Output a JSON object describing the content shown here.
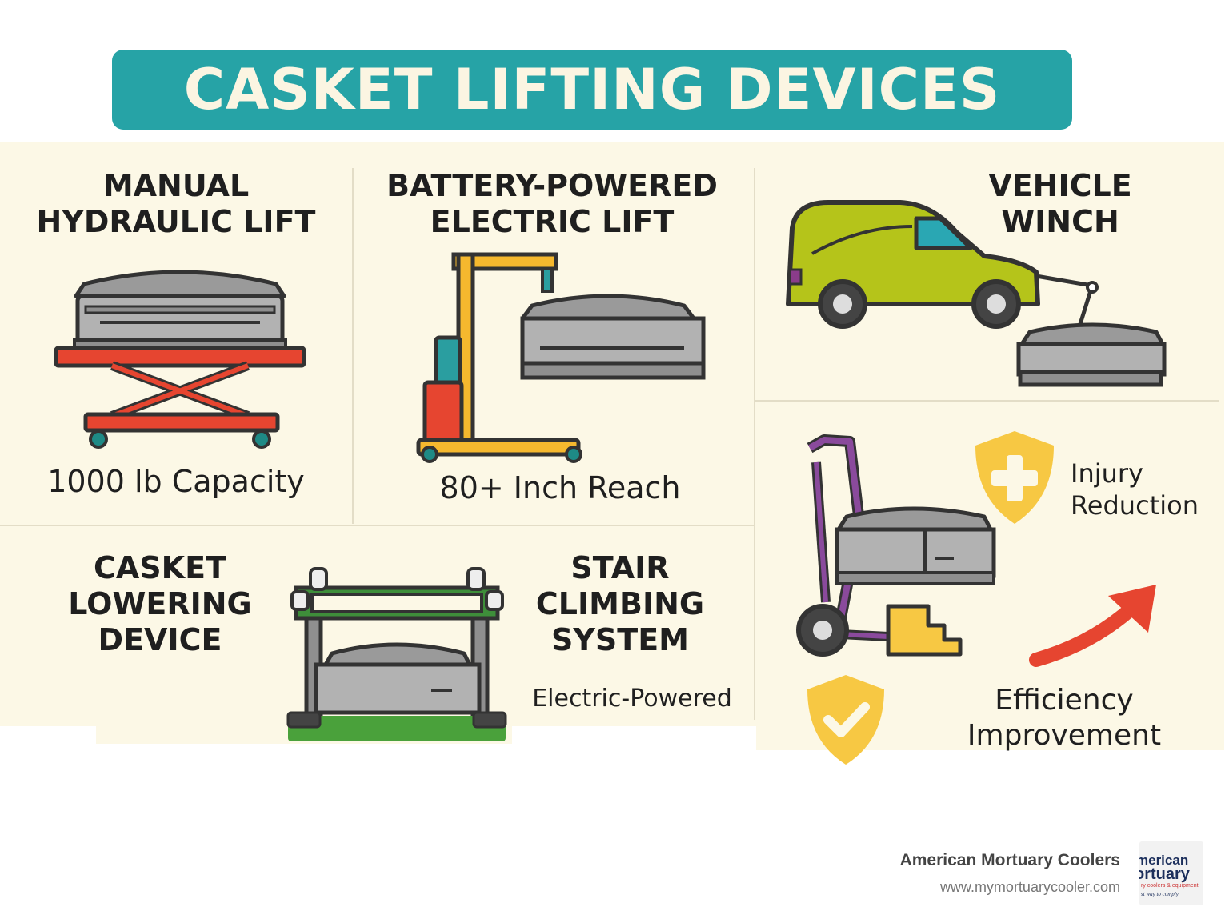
{
  "title": "CASKET LIFTING DEVICES",
  "cards": {
    "manual": {
      "title_line1": "MANUAL",
      "title_line2": "HYDRAULIC LIFT",
      "caption": "1000 lb Capacity"
    },
    "battery": {
      "title_line1": "BATTERY-POWERED",
      "title_line2": "ELECTRIC LIFT",
      "caption": "80+ Inch Reach"
    },
    "winch": {
      "title_line1": "VEHICLE",
      "title_line2": "WINCH"
    },
    "lowering": {
      "title_line1": "CASKET",
      "title_line2": "LOWERING",
      "title_line3": "DEVICE"
    },
    "stair": {
      "title_line1": "STAIR",
      "title_line2": "CLIMBING",
      "title_line3": "SYSTEM",
      "caption": "Electric-Powered"
    }
  },
  "benefits": {
    "injury_line1": "Injury",
    "injury_line2": "Reduction",
    "efficiency_line1": "Efficiency",
    "efficiency_line2": "Improvement"
  },
  "footer": {
    "company": "American Mortuary Coolers",
    "url": "www.mymortuarycooler.com"
  },
  "logo": {
    "line1": "merican",
    "line2": "ortuary",
    "line3": "ry coolers & equipment",
    "line4": "st way to comply"
  },
  "colors": {
    "banner": "#26a3a6",
    "panel": "#fcf8e6",
    "lift_red": "#e64530",
    "van_green": "#b5c41a",
    "shield_yellow": "#f7c843",
    "arrow_red": "#e64530"
  }
}
